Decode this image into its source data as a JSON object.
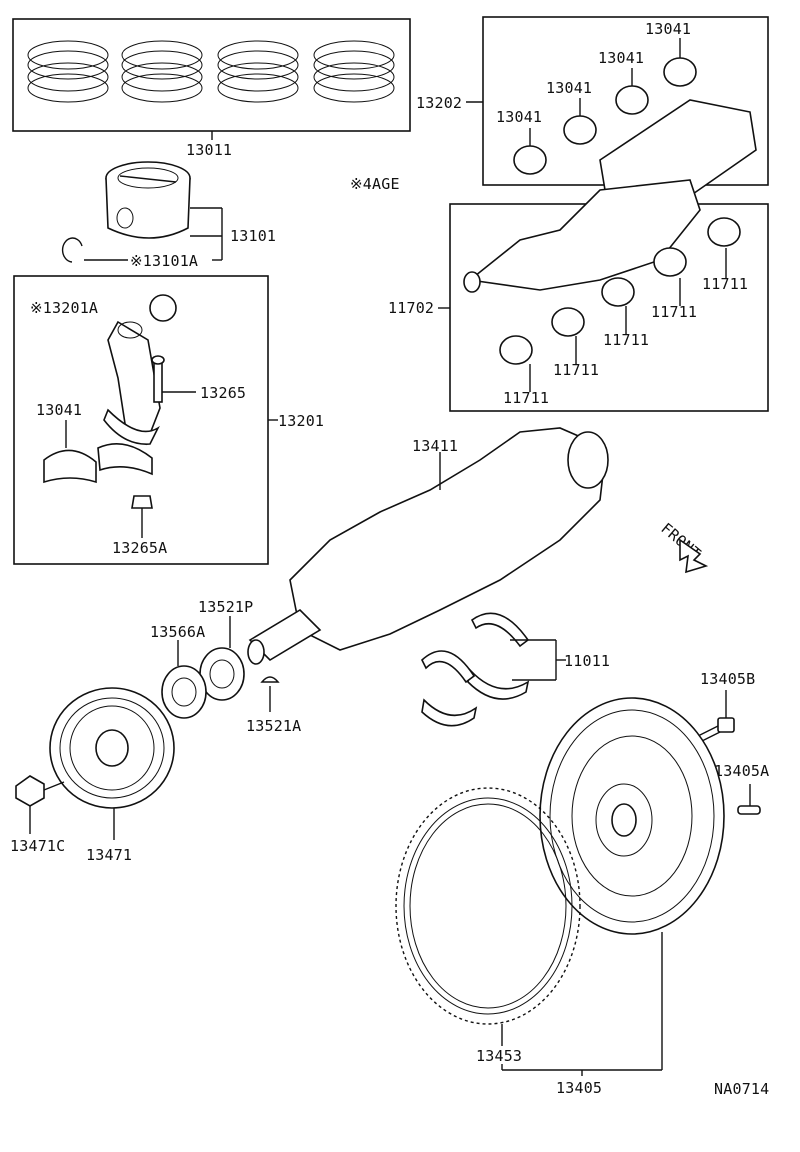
{
  "diagram_code": "NA0714",
  "variant_note": "※4AGE",
  "front_label": "FRONT",
  "labels": {
    "piston_rings": "13011",
    "piston": "13101",
    "piston_pin_clip": "※13101A",
    "bearing_set_top": "13202",
    "bearing_a": "13041",
    "bearing_b": "13041",
    "bearing_c": "13041",
    "bearing_d": "13041",
    "main_bearing_set": "11702",
    "main_bearing_a": "11711",
    "main_bearing_b": "11711",
    "main_bearing_c": "11711",
    "main_bearing_d": "11711",
    "main_bearing_e": "11711",
    "rod_bushing": "※13201A",
    "rod_bolt": "13265",
    "rod_bearing": "13041",
    "rod_assembly": "13201",
    "rod_nut": "13265A",
    "crankshaft": "13411",
    "thrust_washer": "11011",
    "timing_pulley": "13521P",
    "pulley_plate": "13566A",
    "woodruff_key": "13521A",
    "crank_pulley": "13471",
    "pulley_bolt": "13471C",
    "flywheel_bolt": "13405B",
    "flywheel_pin": "13405A",
    "ring_gear": "13453",
    "flywheel": "13405"
  }
}
